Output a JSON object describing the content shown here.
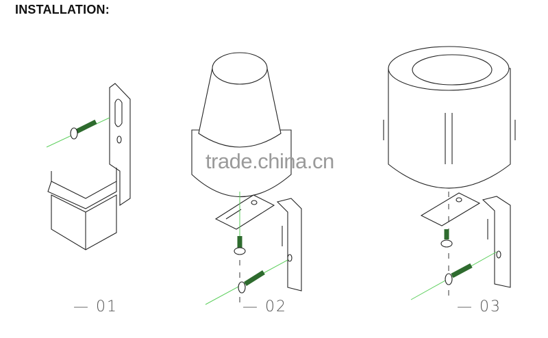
{
  "title": "INSTALLATION:",
  "steps": [
    {
      "label": "—  01"
    },
    {
      "label": "—  02"
    },
    {
      "label": "—  03"
    }
  ],
  "watermark": "trade.china.cn",
  "colors": {
    "guide_line": "#5ccf5c",
    "line_art": "#222222",
    "screw_thread": "#2e6b2e"
  }
}
